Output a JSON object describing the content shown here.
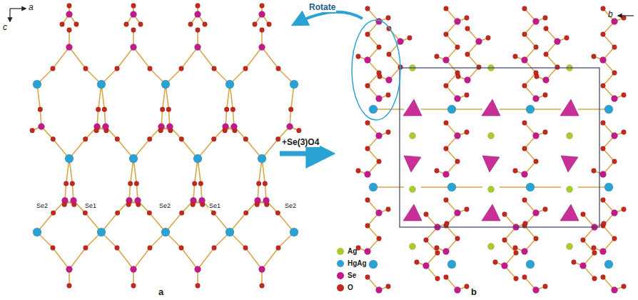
{
  "diagram": {
    "labels": [
      "a",
      "c",
      "Se2",
      "Se1",
      "Se2",
      "Se1",
      "Se2",
      "Rotate",
      "+Se(3)O4",
      "b",
      "a",
      "b"
    ],
    "legend": [
      {
        "text": "Ag",
        "color": "#a8cc2a"
      },
      {
        "text": "HgAg",
        "color": "#2aa3d4"
      },
      {
        "text": "Se",
        "color": "#c21a8c"
      },
      {
        "text": "O",
        "color": "#c3281e"
      }
    ]
  }
}
